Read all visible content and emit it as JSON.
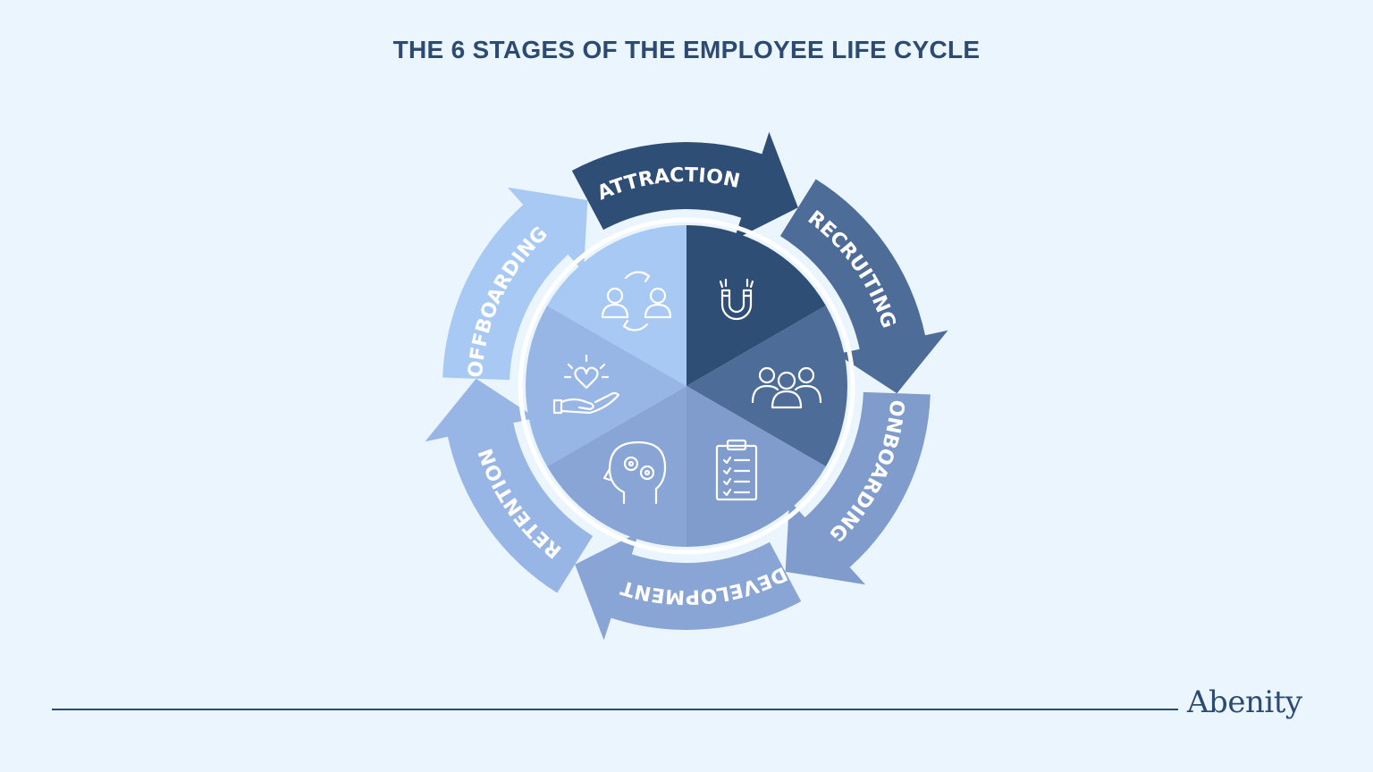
{
  "title": "THE 6 STAGES OF THE EMPLOYEE LIFE CYCLE",
  "brand": "Abenity",
  "stages": [
    {
      "label": "ATTRACTION",
      "icon": "magnet-icon",
      "color": "#2f4e76"
    },
    {
      "label": "RECRUITING",
      "icon": "group-icon",
      "color": "#4e6c98"
    },
    {
      "label": "ONBOARDING",
      "icon": "clipboard-checklist-icon",
      "color": "#7f9ccc"
    },
    {
      "label": "DEVELOPMENT",
      "icon": "head-gears-icon",
      "color": "#88a5d6"
    },
    {
      "label": "RETENTION",
      "icon": "heart-hand-icon",
      "color": "#98b6e5"
    },
    {
      "label": "OFFBOARDING",
      "icon": "people-exchange-icon",
      "color": "#a7c9f3"
    }
  ]
}
